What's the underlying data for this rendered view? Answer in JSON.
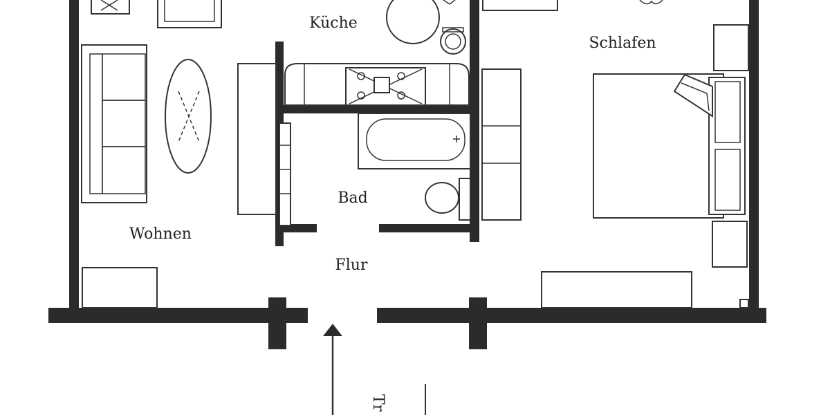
{
  "rooms": {
    "kitchen": "Küche",
    "bedroom": "Schlafen",
    "living": "Wohnen",
    "bath": "Bad",
    "hall": "Flur",
    "stair_partial": "Tr"
  },
  "colors": {
    "wall": "#2b2b2b",
    "line": "#333333",
    "background": "#ffffff"
  }
}
